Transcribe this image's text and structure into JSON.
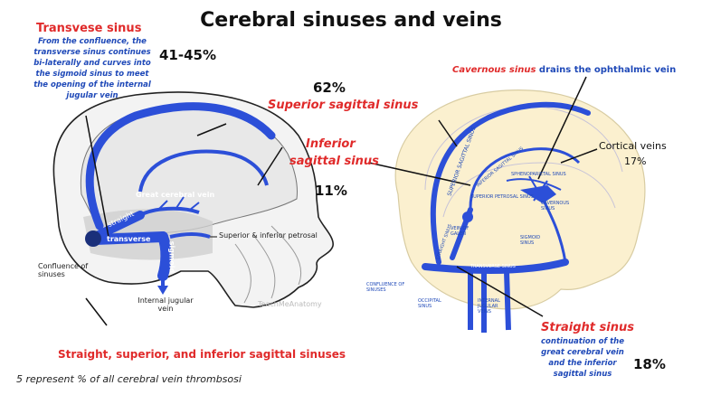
{
  "title": "Cerebral sinuses and veins",
  "transverse": {
    "heading": "Transvese sinus",
    "desc": "From the confluence, the transverse sinus continues bi-laterally and curves into the sigmoid sinus to meet the opening of the internal jugular vein",
    "pct": "41-45%"
  },
  "superior": {
    "pct": "62%",
    "label": "Superior sagittal sinus"
  },
  "inferior": {
    "label_line1": "Inferior",
    "label_line2": "sagittal sinus",
    "pct": "11%"
  },
  "cavernous": {
    "name": "Cavernous sinus",
    "rest": " drains the ophthalmic vein"
  },
  "cortical": {
    "label": "Cortical veins",
    "pct": "17%"
  },
  "straight": {
    "label": "Straight sinus",
    "desc": "continuation of the great cerebral vein and the inferior sagittal sinus",
    "pct": "18%"
  },
  "bottom_red": "Straight, superior, and inferior sagittal sinuses",
  "footnote": "5 represent % of all cerebral vein thrombsosi",
  "left_diagram": {
    "great_cerebral_vein": "Great cerebral vein",
    "straight": "straight",
    "transverse": "transverse",
    "sigmoid": "sigmoid",
    "petrosal": "Superior & inferior petrosal",
    "confluence": "Confluence of sinuses",
    "jugular": "Internal jugular vein",
    "watermark": "TeachMeAnatomy"
  },
  "right_diagram": {
    "sss": "SUPERIOR SAGITTAL SINUS",
    "iss": "INFERIOR SAGITTAL SINUS",
    "sphenoparietal": "SPHENOPARIETAL SINUS",
    "cavernous": "CAVERNOUS SINUS",
    "petrosal": "SUPERIOR PETROSAL SINUS",
    "vein_galen": "VEIN OF GALEN",
    "straight": "STRAIGHT SINUS",
    "sigmoid": "SIGMOID SINUS",
    "transverse": "TRANSVERSE SINUS",
    "confluence": "CONFLUENCE OF SINUSES",
    "occipital": "OCCIPITAL SINUS",
    "jugular": "INTERNAL JUGULAR VEINS"
  },
  "colors": {
    "red": "#e02a2a",
    "blue": "#1f49b8",
    "sinus": "#2c4fd8",
    "skull_bg": "#fbf0cf"
  }
}
